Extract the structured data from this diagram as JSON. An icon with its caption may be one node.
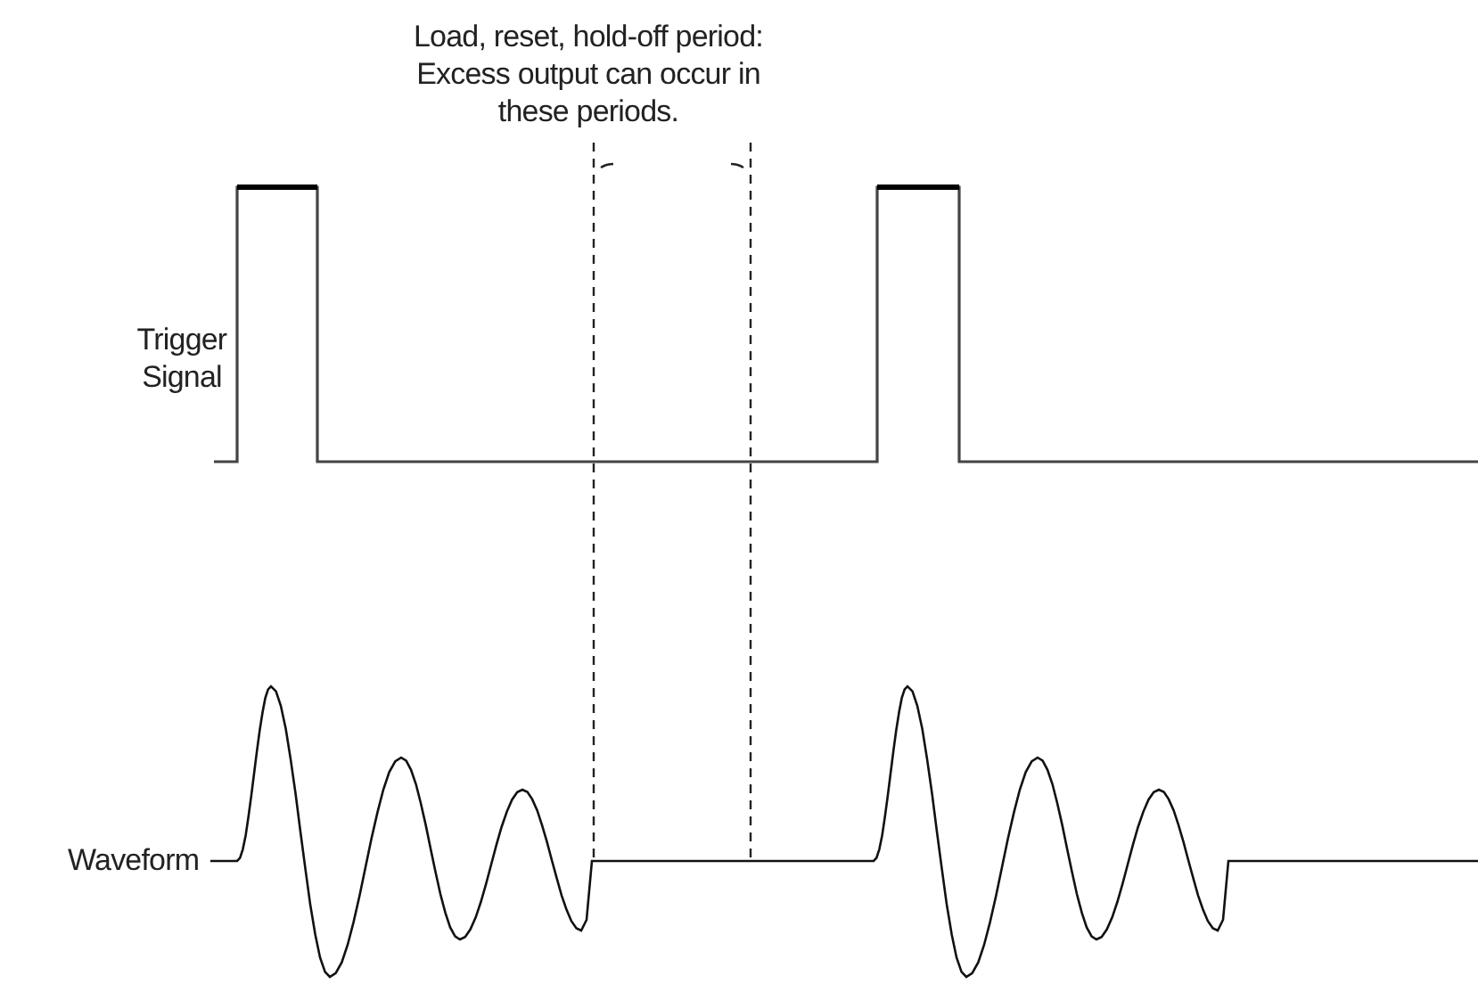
{
  "diagram": {
    "labels": [
      "Load, reset, hold-off period: Excess output can occur in these periods.",
      "Trigger Signal",
      "Waveform"
    ]
  }
}
